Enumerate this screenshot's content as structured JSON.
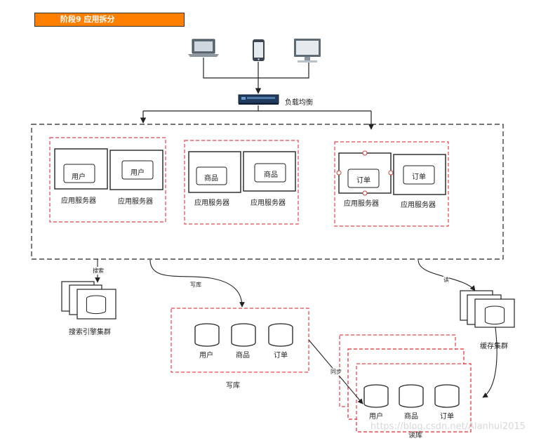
{
  "title": "阶段9 应用拆分",
  "load_balancer": {
    "label": "负载均衡"
  },
  "clients": {
    "laptop": "laptop-icon",
    "phone": "smartphone-icon",
    "desktop": "desktop-monitor-icon"
  },
  "app_groups": [
    {
      "servers": [
        {
          "module": "用户",
          "label": "应用服务器"
        },
        {
          "module": "用户",
          "label": "应用服务器"
        }
      ]
    },
    {
      "servers": [
        {
          "module": "商品",
          "label": "应用服务器"
        },
        {
          "module": "商品",
          "label": "应用服务器"
        }
      ]
    },
    {
      "servers": [
        {
          "module": "订单",
          "label": "应用服务器"
        },
        {
          "module": "订单",
          "label": "应用服务器"
        }
      ]
    }
  ],
  "search_cluster": {
    "label": "搜索引擎集群",
    "edge_label": "搜索"
  },
  "write_db": {
    "label": "写库",
    "edge_label": "写库",
    "tables": [
      "用户",
      "商品",
      "订单"
    ]
  },
  "read_db": {
    "label": "读库",
    "sync_label": "同步",
    "tables": [
      "用户",
      "商品",
      "订单"
    ]
  },
  "cache_cluster": {
    "label": "缓存集群",
    "edge_label": "读"
  },
  "watermark": "https://blog.csdn.net/Alanhui2015"
}
